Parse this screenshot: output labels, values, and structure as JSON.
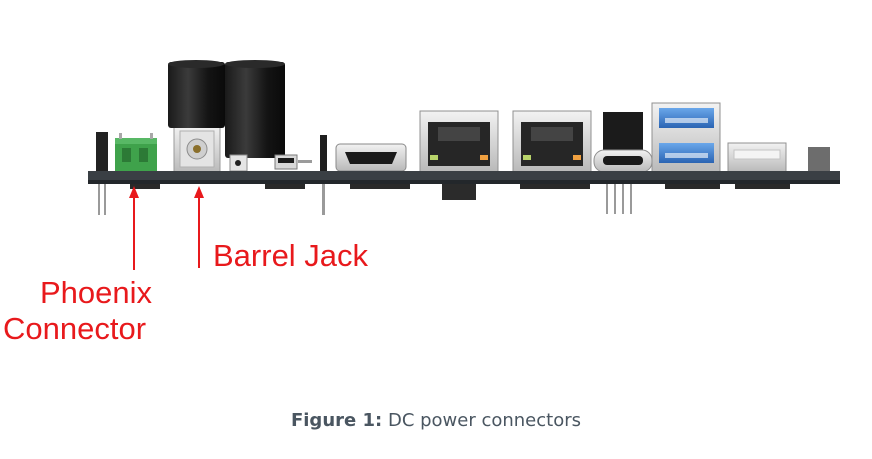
{
  "labels": {
    "barrel_jack": "Barrel Jack",
    "phoenix_line1": "Phoenix",
    "phoenix_line2": "Connector"
  },
  "caption": {
    "prefix": "Figure 1:",
    "text": "DC power connectors"
  },
  "colors": {
    "callout": "#e8191c",
    "caption": "#4a5661",
    "pcb": "#3a3f44",
    "terminal_block": "#3fa24b",
    "usb3_blue": "#3a7fd0"
  },
  "icons": {
    "board": "single-board-computer-side-view"
  }
}
